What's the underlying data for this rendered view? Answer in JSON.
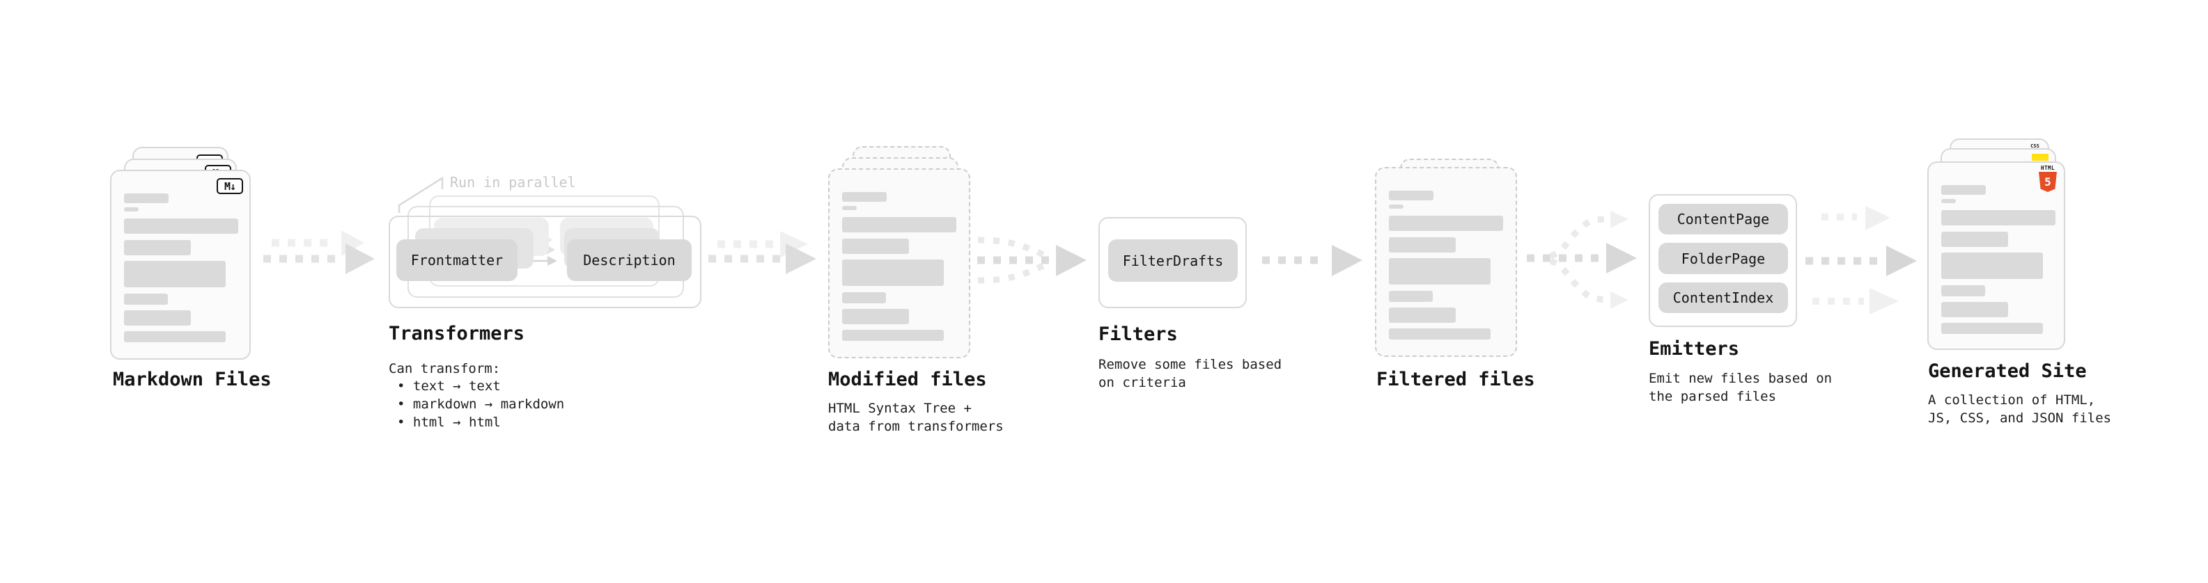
{
  "diagram": {
    "stages": {
      "markdown": {
        "label": "Markdown Files",
        "badge": "M↓"
      },
      "transformers": {
        "label": "Transformers",
        "annotation": "Run in parallel",
        "pill_frontmatter": "Frontmatter",
        "pill_description": "Description",
        "note_title": "Can transform:",
        "bullets": [
          "• text → text",
          "• markdown → markdown",
          "• html → html"
        ]
      },
      "modified": {
        "label": "Modified files",
        "sub": [
          "HTML Syntax Tree +",
          "data from transformers"
        ]
      },
      "filters": {
        "label": "Filters",
        "pill": "FilterDrafts",
        "sub": [
          "Remove some files based",
          "on criteria"
        ]
      },
      "filtered": {
        "label": "Filtered files"
      },
      "emitters": {
        "label": "Emitters",
        "pills": [
          "ContentPage",
          "FolderPage",
          "ContentIndex"
        ],
        "sub": [
          "Emit new files based on",
          "the parsed files"
        ]
      },
      "generated": {
        "label": "Generated Site",
        "badge_css": "CSS",
        "badge_html_word": "HTML",
        "badge_html_num": "5",
        "sub": [
          "A collection of HTML,",
          "JS, CSS, and JSON files"
        ]
      }
    },
    "colors": {
      "html5_orange": "#e44d26",
      "js_yellow": "#ffe013",
      "css_blue": "#2b62f6"
    }
  }
}
